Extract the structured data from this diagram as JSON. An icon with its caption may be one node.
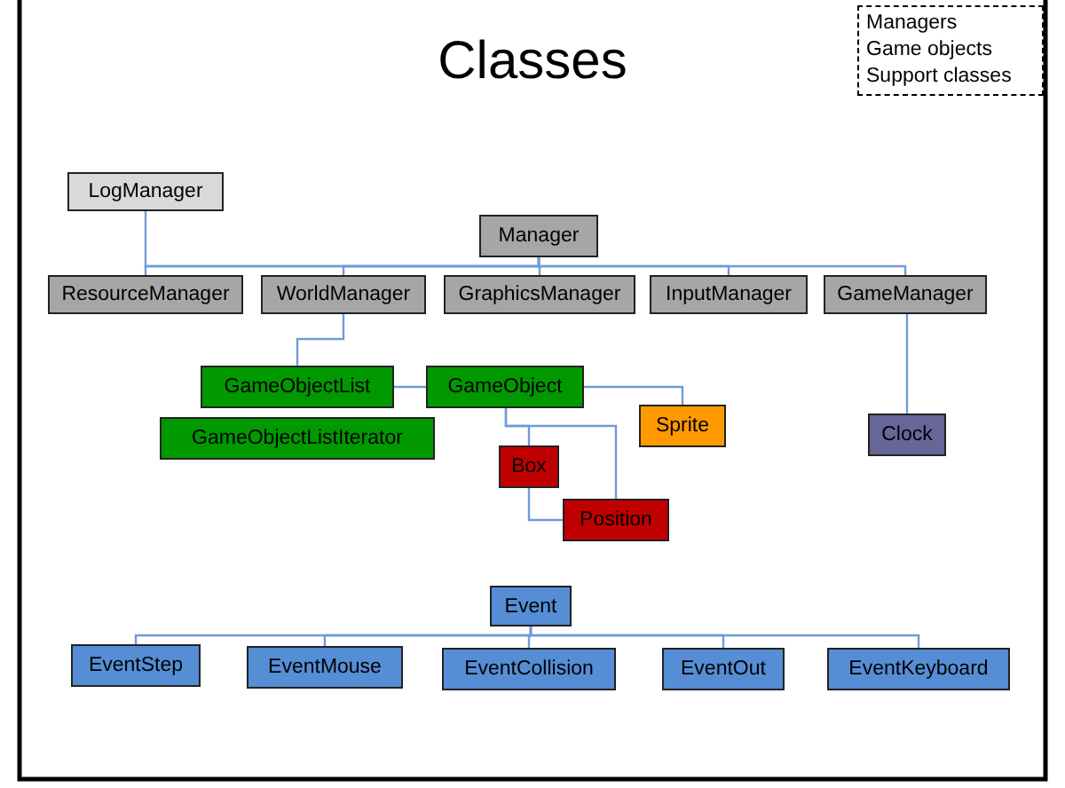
{
  "diagram": {
    "title": "Classes",
    "nodes": [
      {
        "text": [
          "LogManager"
        ]
      },
      {
        "text": [
          "Manager"
        ]
      },
      {
        "text": [
          "ResourceManager"
        ]
      },
      {
        "text": [
          "WorldManager"
        ]
      },
      {
        "text": [
          "GraphicsManager"
        ]
      },
      {
        "text": [
          "InputManager"
        ]
      },
      {
        "text": [
          "GameManager"
        ]
      },
      {
        "text": [
          "GameObjectList"
        ]
      },
      {
        "text": [
          "GameObject"
        ]
      },
      {
        "text": [
          "GameObjectListIterator"
        ]
      },
      {
        "text": [
          "Sprite"
        ]
      },
      {
        "text": [
          "Box"
        ]
      },
      {
        "text": [
          "Position"
        ]
      },
      {
        "text": [
          "Clock"
        ]
      },
      {
        "text": [
          "Event"
        ]
      },
      {
        "text": [
          "EventStep"
        ]
      },
      {
        "text": [
          "EventMouse"
        ]
      },
      {
        "text": [
          "EventCollision"
        ]
      },
      {
        "text": [
          "EventOut"
        ]
      },
      {
        "text": [
          "EventKeyboard"
        ]
      }
    ],
    "edges": [
      {
        "from": 1,
        "to": 0,
        "arrow": "none"
      },
      {
        "from": 1,
        "to": 2,
        "arrow": "none"
      },
      {
        "from": 1,
        "to": 3,
        "arrow": "none"
      },
      {
        "from": 1,
        "to": 4,
        "arrow": "none"
      },
      {
        "from": 1,
        "to": 5,
        "arrow": "none"
      },
      {
        "from": 1,
        "to": 6,
        "arrow": "none"
      },
      {
        "from": 3,
        "to": 7,
        "arrow": "none"
      },
      {
        "from": 7,
        "to": 8,
        "arrow": "none"
      },
      {
        "from": 8,
        "to": 10,
        "arrow": "none"
      },
      {
        "from": 8,
        "to": 11,
        "arrow": "none"
      },
      {
        "from": 8,
        "to": 12,
        "arrow": "none"
      },
      {
        "from": 11,
        "to": 12,
        "arrow": "none"
      },
      {
        "from": 6,
        "to": 13,
        "arrow": "none"
      },
      {
        "from": 14,
        "to": 15,
        "arrow": "none"
      },
      {
        "from": 14,
        "to": 16,
        "arrow": "none"
      },
      {
        "from": 14,
        "to": 17,
        "arrow": "none"
      },
      {
        "from": 14,
        "to": 18,
        "arrow": "none"
      },
      {
        "from": 14,
        "to": 19,
        "arrow": "none"
      }
    ],
    "legend": [
      {
        "text": "Managers"
      },
      {
        "text": "Game objects"
      },
      {
        "text": "Support classes"
      }
    ]
  }
}
